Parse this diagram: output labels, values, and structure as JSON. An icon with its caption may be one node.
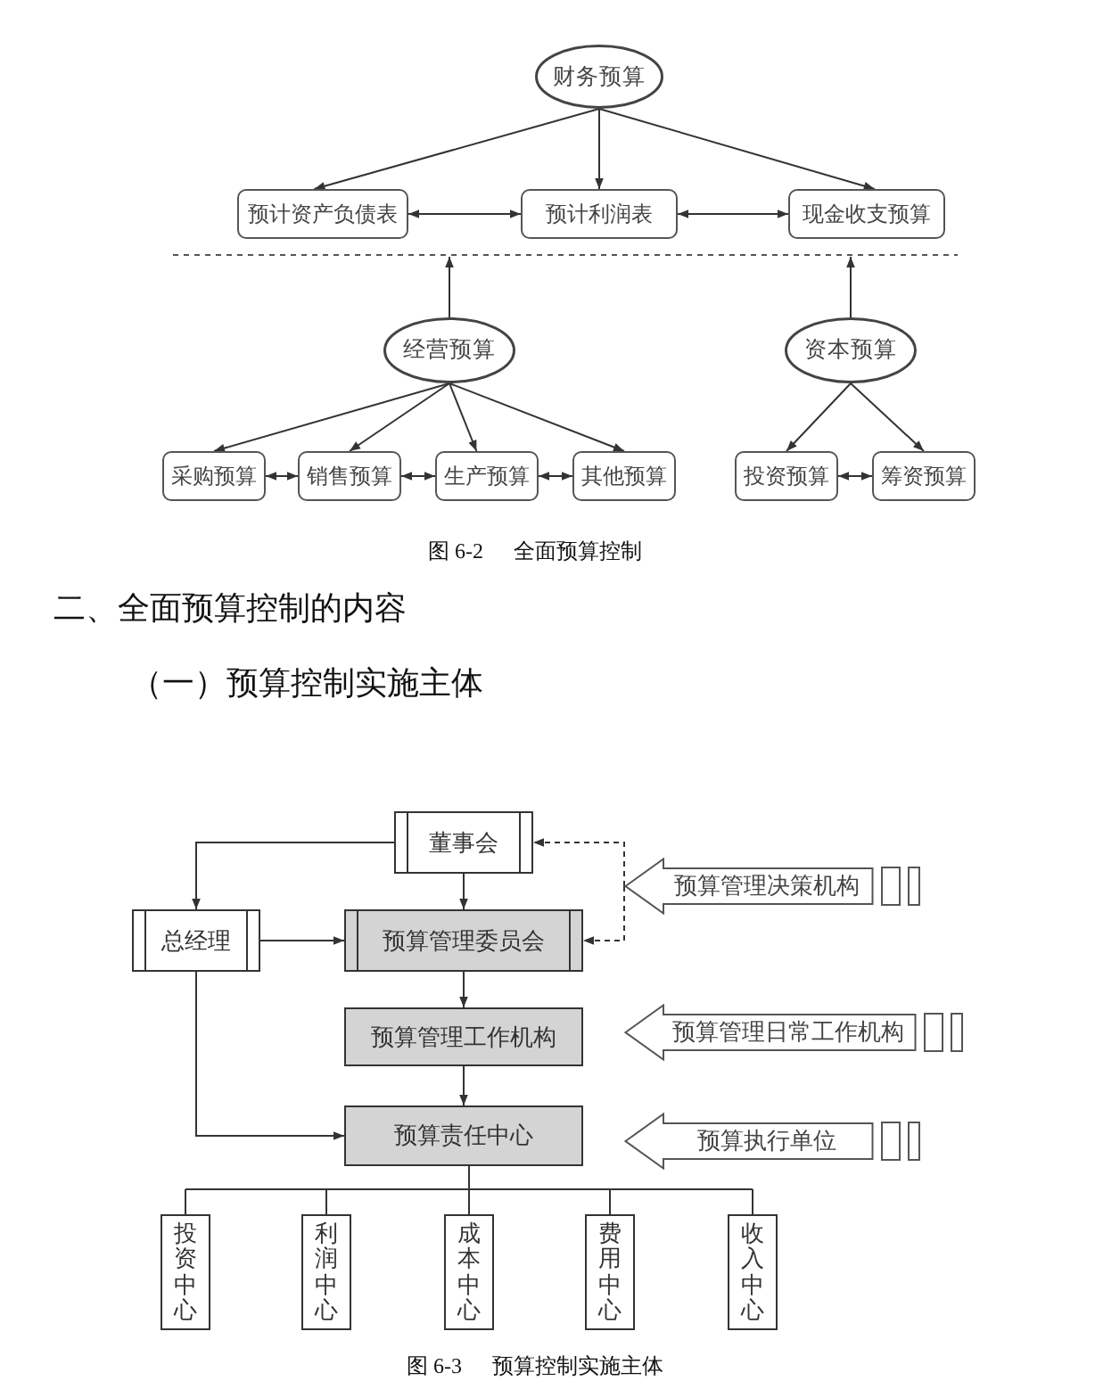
{
  "diagram": {
    "nodes": [
      {
        "text": [
          "财务预算"
        ]
      },
      {
        "text": [
          "预计资产负债表"
        ]
      },
      {
        "text": [
          "预计利润表"
        ]
      },
      {
        "text": [
          "现金收支预算"
        ]
      },
      {
        "text": [
          "经营预算"
        ]
      },
      {
        "text": [
          "资本预算"
        ]
      },
      {
        "text": [
          "采购预算"
        ]
      },
      {
        "text": [
          "销售预算"
        ]
      },
      {
        "text": [
          "生产预算"
        ]
      },
      {
        "text": [
          "其他预算"
        ]
      },
      {
        "text": [
          "投资预算"
        ]
      },
      {
        "text": [
          "筹资预算"
        ]
      },
      {
        "text": [
          "董事会"
        ]
      },
      {
        "text": [
          "总经理"
        ]
      },
      {
        "text": [
          "预算管理委员会"
        ]
      },
      {
        "text": [
          "预算管理工作机构"
        ]
      },
      {
        "text": [
          "预算责任中心"
        ]
      },
      {
        "text": [
          "预算管理决策机构"
        ]
      },
      {
        "text": [
          "预算管理日常工作机构"
        ]
      },
      {
        "text": [
          "预算执行单位"
        ]
      },
      {
        "text": [
          "投资中心"
        ]
      },
      {
        "text": [
          "利润中心"
        ]
      },
      {
        "text": [
          "成本中心"
        ]
      },
      {
        "text": [
          "费用中心"
        ]
      },
      {
        "text": [
          "收入中心"
        ]
      },
      {
        "text": [],
        "shape": "line"
      }
    ],
    "edges": [
      {
        "from": 0,
        "to": 1,
        "arrow": "to"
      },
      {
        "from": 0,
        "to": 2,
        "arrow": "to"
      },
      {
        "from": 0,
        "to": 3,
        "arrow": "to"
      },
      {
        "from": 1,
        "to": 2,
        "arrow": "both"
      },
      {
        "from": 2,
        "to": 3,
        "arrow": "both"
      },
      {
        "from": 4,
        "to": 25,
        "arrow": "to"
      },
      {
        "from": 5,
        "to": 25,
        "arrow": "to"
      },
      {
        "from": 4,
        "to": 6,
        "arrow": "to"
      },
      {
        "from": 4,
        "to": 7,
        "arrow": "to"
      },
      {
        "from": 4,
        "to": 8,
        "arrow": "to"
      },
      {
        "from": 4,
        "to": 9,
        "arrow": "to"
      },
      {
        "from": 6,
        "to": 7,
        "arrow": "both"
      },
      {
        "from": 7,
        "to": 8,
        "arrow": "both"
      },
      {
        "from": 8,
        "to": 9,
        "arrow": "both"
      },
      {
        "from": 5,
        "to": 10,
        "arrow": "to"
      },
      {
        "from": 5,
        "to": 11,
        "arrow": "to"
      },
      {
        "from": 10,
        "to": 11,
        "arrow": "both"
      },
      {
        "from": 12,
        "to": 13,
        "arrow": "to"
      },
      {
        "from": 12,
        "to": 14,
        "arrow": "to"
      },
      {
        "from": 13,
        "to": 14,
        "arrow": "to"
      },
      {
        "from": 14,
        "to": 15,
        "arrow": "to"
      },
      {
        "from": 15,
        "to": 16,
        "arrow": "to"
      },
      {
        "from": 13,
        "to": 16,
        "arrow": "to"
      },
      {
        "from": 17,
        "to": 12,
        "arrow": "to",
        "style": "dashed"
      },
      {
        "from": 17,
        "to": 14,
        "arrow": "to",
        "style": "dashed"
      },
      {
        "from": 16,
        "to": 20,
        "arrow": "none"
      },
      {
        "from": 16,
        "to": 21,
        "arrow": "none"
      },
      {
        "from": 16,
        "to": 22,
        "arrow": "none"
      },
      {
        "from": 16,
        "to": 23,
        "arrow": "none"
      },
      {
        "from": 16,
        "to": 24,
        "arrow": "none"
      }
    ],
    "labels": [
      "图 6-2",
      "全面预算控制",
      "二、全面预算控制的内容",
      "（一）预算控制实施主体",
      "图 6-3",
      "预算控制实施主体"
    ]
  }
}
